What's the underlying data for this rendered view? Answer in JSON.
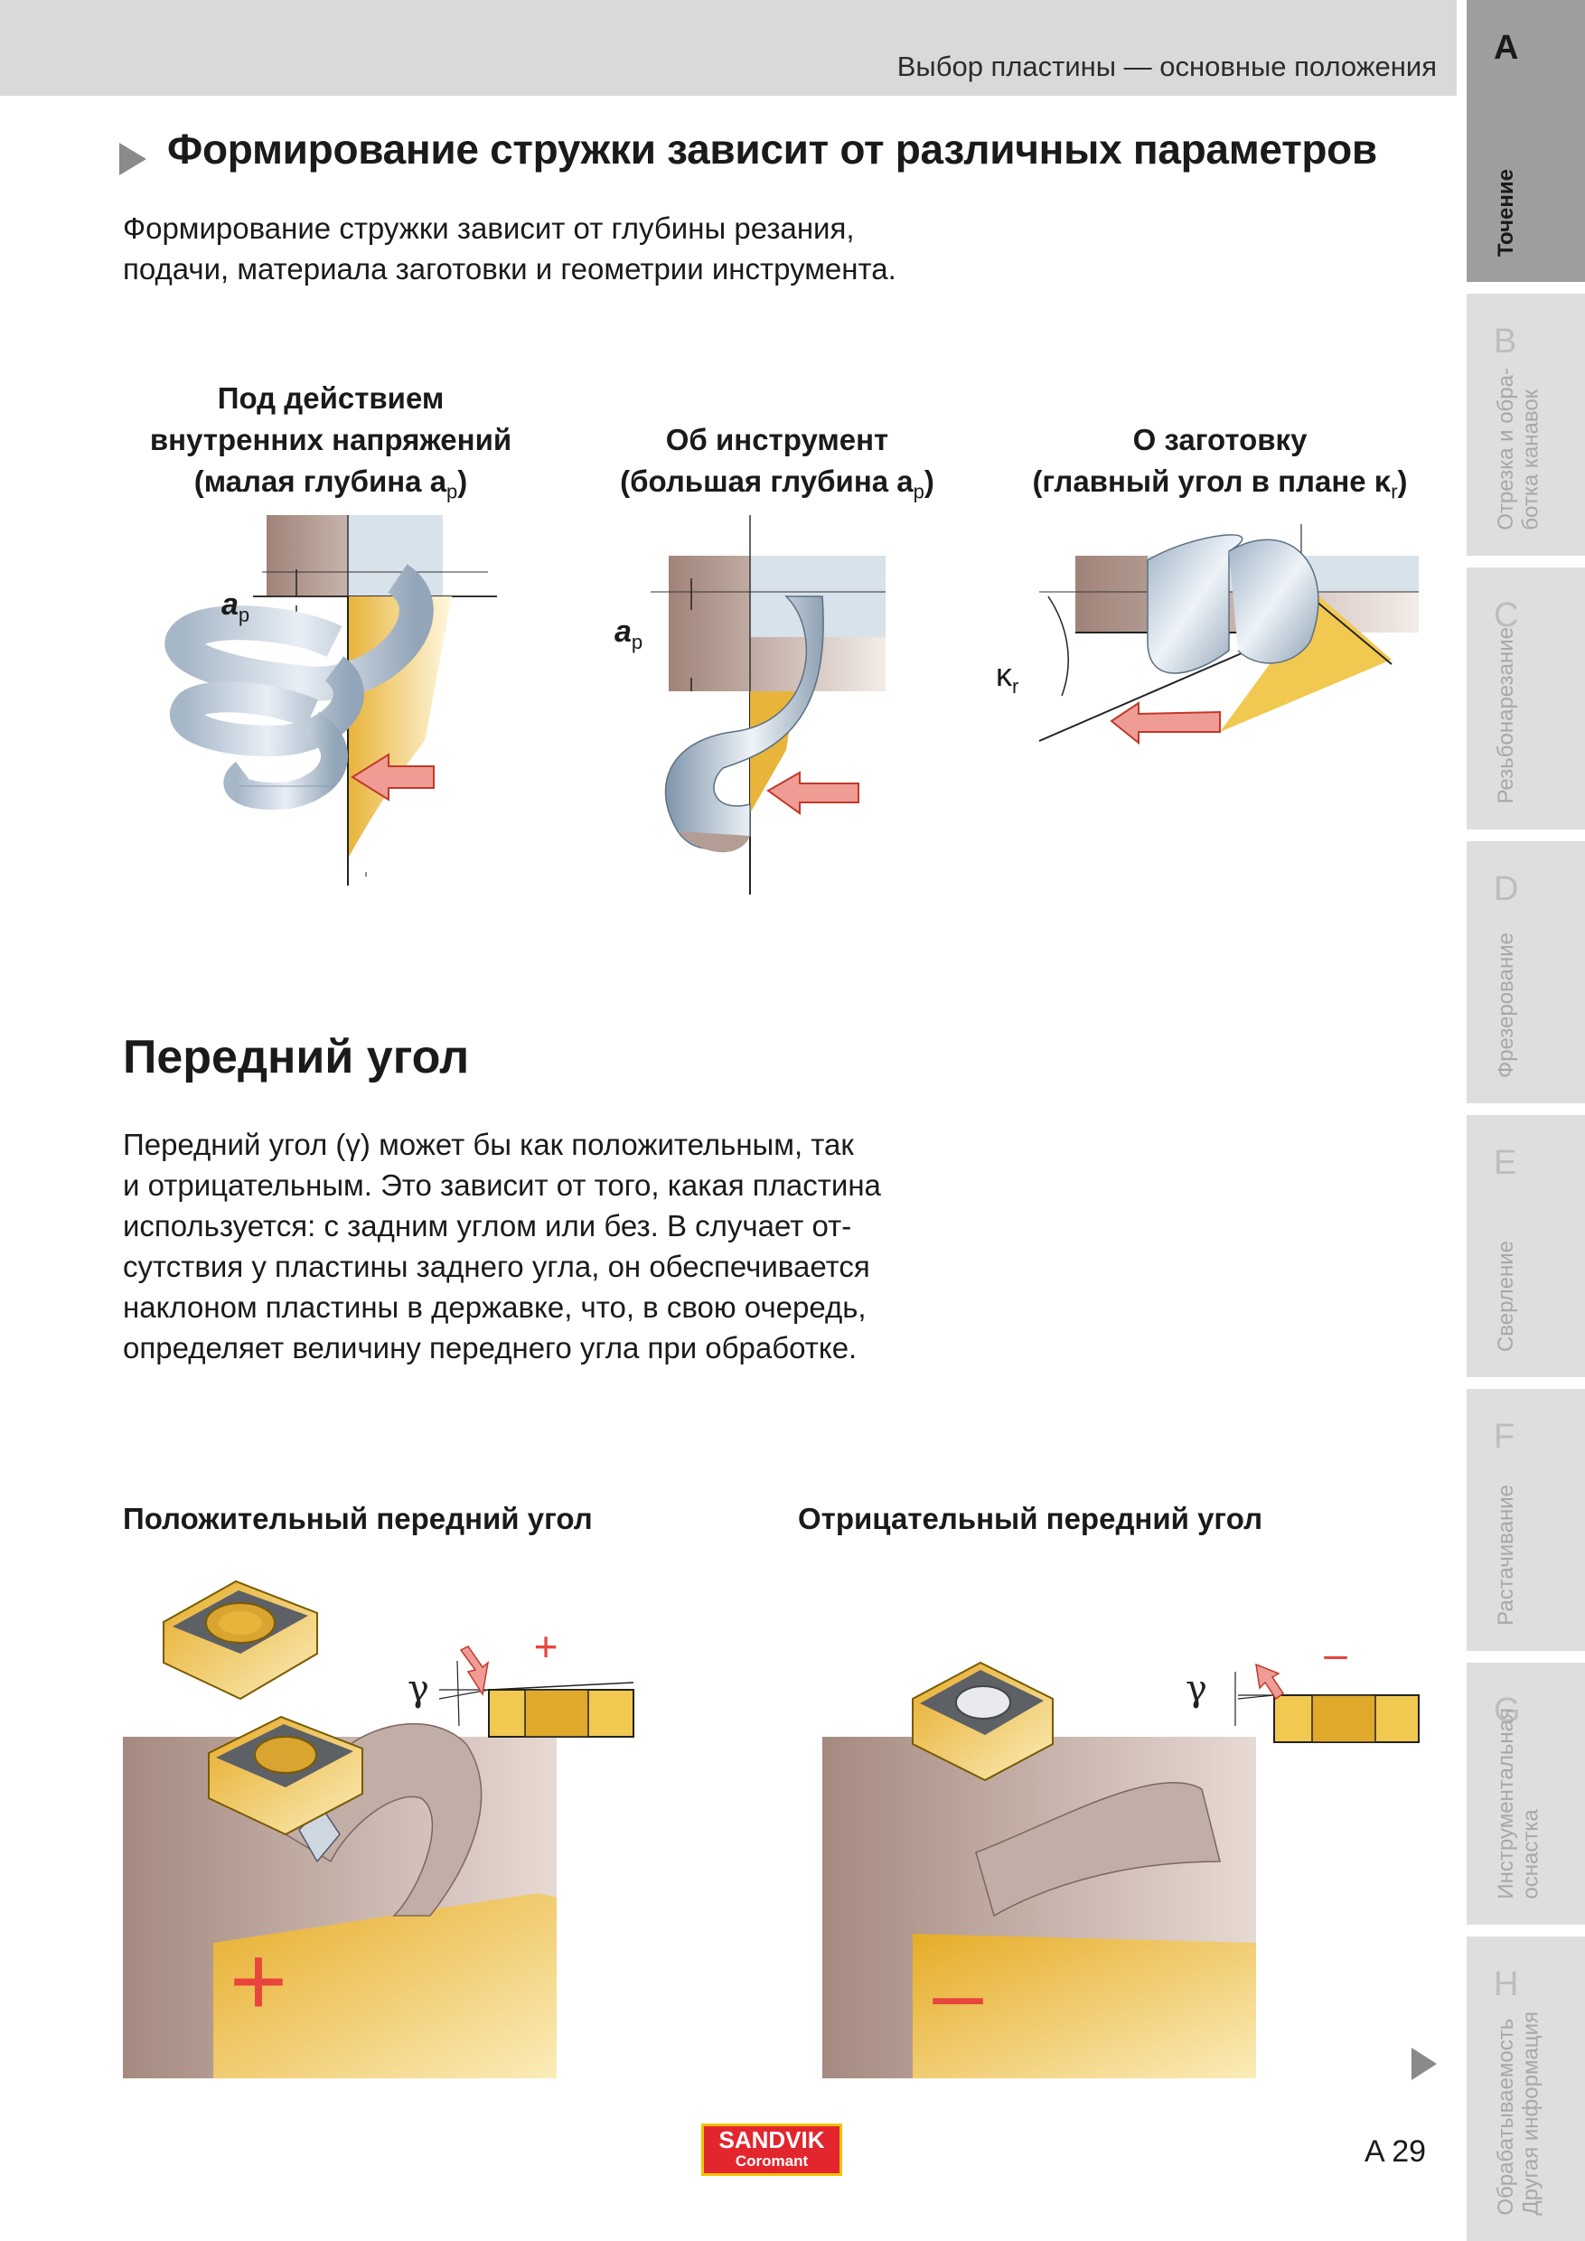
{
  "header": {
    "title": "Выбор пластины — основные положения"
  },
  "sidebar": {
    "tabs": [
      {
        "letter": "A",
        "label": "Точение",
        "active": true
      },
      {
        "letter": "B",
        "label": "Отрезка и обра-\nботка канавок",
        "active": false
      },
      {
        "letter": "C",
        "label": "Резьбонарезание",
        "active": false
      },
      {
        "letter": "D",
        "label": "Фрезерование",
        "active": false
      },
      {
        "letter": "E",
        "label": "Сверление",
        "active": false
      },
      {
        "letter": "F",
        "label": "Растачивание",
        "active": false
      },
      {
        "letter": "G",
        "label": "Инструментальная\nоснастка",
        "active": false
      },
      {
        "letter": "H",
        "label": "Обрабатываемость\nДругая информация",
        "active": false
      }
    ]
  },
  "section1": {
    "title": "Формирование стружки зависит от различных параметров",
    "intro_lines": [
      "Формирование стружки зависит от глубины резания,",
      "подачи, материала заготовки и геометрии инструмента."
    ],
    "figures": [
      {
        "caption_lines": [
          "Под действием",
          "внутренних напряжений",
          "(малая глубина a",
          "p",
          ")"
        ],
        "label": "a",
        "label_sub": "p"
      },
      {
        "caption_lines": [
          "Об инструмент",
          "(большая глубина a",
          "p",
          ")"
        ],
        "label": "a",
        "label_sub": "p"
      },
      {
        "caption_lines": [
          "О заготовку",
          "(главный угол в плане κ",
          "r",
          ")"
        ],
        "label": "κ",
        "label_sub": "r"
      }
    ]
  },
  "section2": {
    "title": "Передний угол",
    "body_lines": [
      "Передний угол (γ) может бы как положительным, так",
      "и отрицательным. Это зависит от того, какая пластина",
      "используется: с задним углом или без. В случает от-",
      "сутствия у пластины заднего угла, он обеспечивается",
      "наклоном пластины в державке, что, в свою очередь,",
      "определяет величину переднего угла при обработке."
    ],
    "positive": {
      "caption": "Положительный передний угол",
      "gamma": "γ",
      "sign": "+"
    },
    "negative": {
      "caption": "Отрицательный передний угол",
      "gamma": "γ",
      "sign": "–"
    }
  },
  "footer": {
    "brand": "SANDVIK",
    "brand_sub": "Coromant",
    "page_number": "A 29"
  },
  "colors": {
    "insert_gold": "#e8b43a",
    "workpiece_brown": "#b39d95",
    "steel_blue": "#c9d6e3",
    "arrow_red": "#e8453c",
    "tab_active": "#9e9e9e",
    "tab_inactive": "#dedede"
  }
}
